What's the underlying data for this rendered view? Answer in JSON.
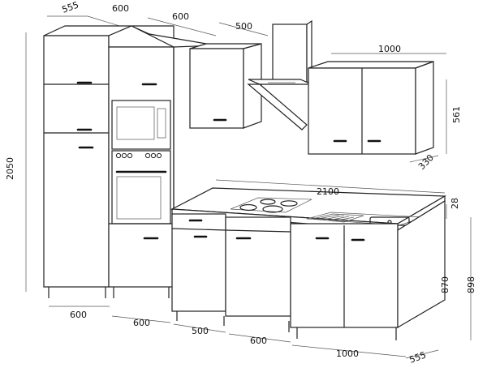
{
  "drawing": {
    "dimensions": {
      "depth_top": "555",
      "upper_tall_width": "600",
      "oven_tall_width": "600",
      "hood_width": "500",
      "wall_cabinet_width": "1000",
      "total_height": "2050",
      "wall_cabinet_height": "561",
      "wall_cabinet_depth": "330",
      "counter_length": "2100",
      "counter_thickness": "28",
      "base_height": "870",
      "counter_height": "898",
      "bottom_widths": [
        "600",
        "600",
        "500",
        "600",
        "1000"
      ],
      "depth_bottom": "555"
    }
  }
}
